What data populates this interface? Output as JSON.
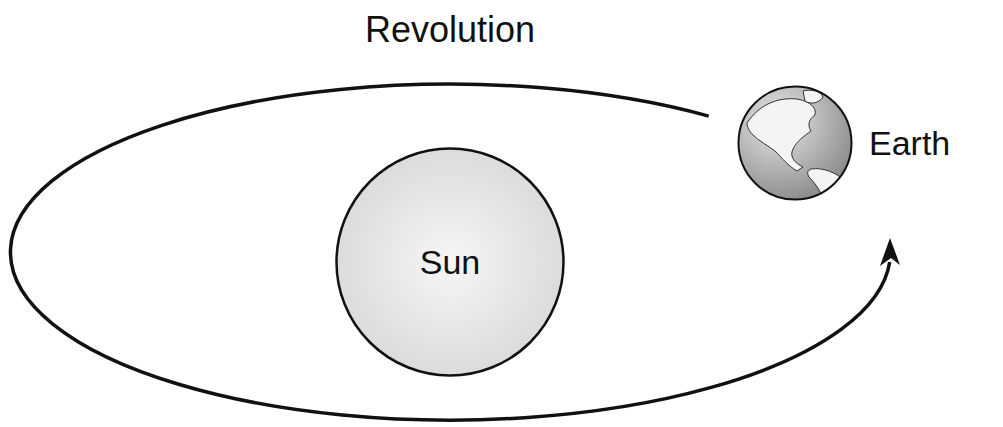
{
  "diagram": {
    "title": "Revolution",
    "nodes": [
      {
        "text": [
          "Sun"
        ]
      },
      {
        "text": [
          "Earth"
        ]
      }
    ]
  }
}
